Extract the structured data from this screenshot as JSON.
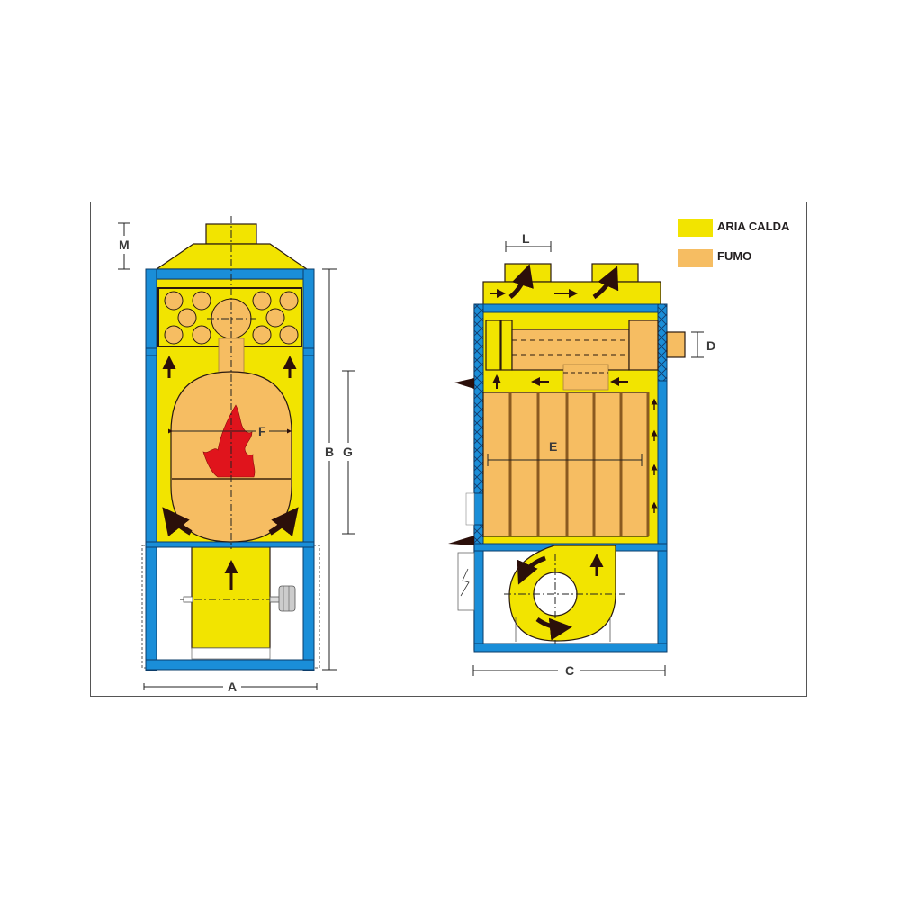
{
  "legend": {
    "items": [
      {
        "label": "ARIA CALDA",
        "color": "#f2e400"
      },
      {
        "label": "FUMO",
        "color": "#f6bd62"
      }
    ]
  },
  "dimensions": {
    "A": "A",
    "B": "B",
    "C": "C",
    "D": "D",
    "E": "E",
    "F": "F",
    "G": "G",
    "L": "L",
    "M": "M"
  },
  "colors": {
    "hot_air": "#f2e400",
    "smoke": "#f6bd62",
    "frame_blue": "#1a8ed8",
    "flame_red": "#e0141c",
    "arrow_dark": "#2b0f0a",
    "outline": "#2a1a10"
  },
  "views": {
    "front": {
      "name": "front-section-view"
    },
    "side": {
      "name": "side-section-view"
    }
  }
}
